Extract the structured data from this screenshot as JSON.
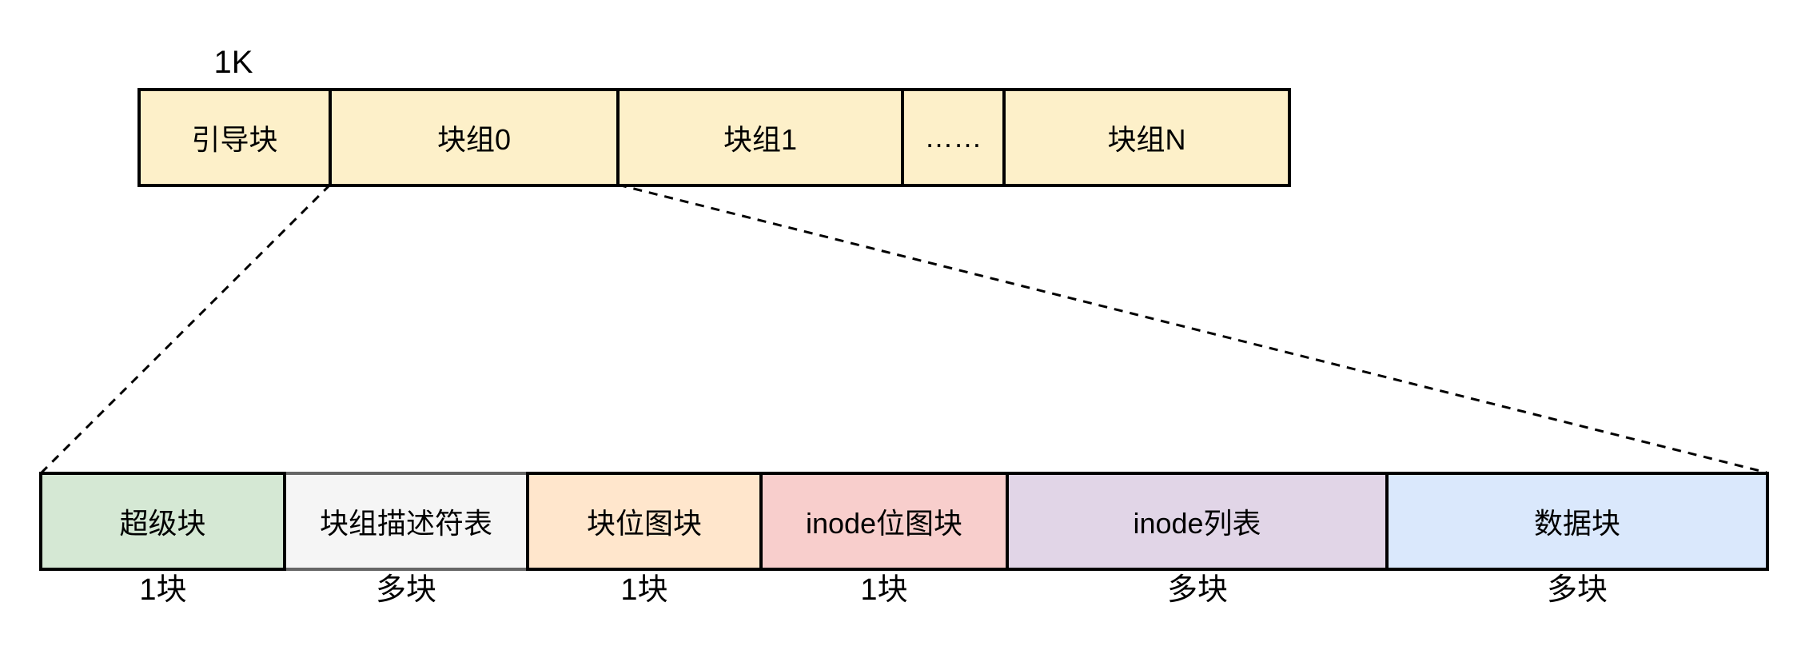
{
  "diagram": {
    "size_label": "1K",
    "disk_bar": {
      "description": "whole-disk layout row",
      "fill": "#fdf0c9",
      "cells": [
        {
          "label": "引导块"
        },
        {
          "label": "块组0"
        },
        {
          "label": "块组1"
        },
        {
          "label": "……"
        },
        {
          "label": "块组N"
        }
      ]
    },
    "block_group_bar": {
      "description": "expansion of 块组0 into its parts",
      "cells": [
        {
          "label": "超级块",
          "count": "1块",
          "fill": "#d5e8d4"
        },
        {
          "label": "块组描述符表",
          "count": "多块",
          "fill": "#f5f5f5"
        },
        {
          "label": "块位图块",
          "count": "1块",
          "fill": "#ffe6cc"
        },
        {
          "label": "inode位图块",
          "count": "1块",
          "fill": "#f8cecc"
        },
        {
          "label": "inode列表",
          "count": "多块",
          "fill": "#e1d5e7"
        },
        {
          "label": "数据块",
          "count": "多块",
          "fill": "#dae8fc"
        }
      ]
    },
    "colors": {
      "stroke": "#000000",
      "gray_stroke": "#666666",
      "background": "#ffffff"
    }
  }
}
